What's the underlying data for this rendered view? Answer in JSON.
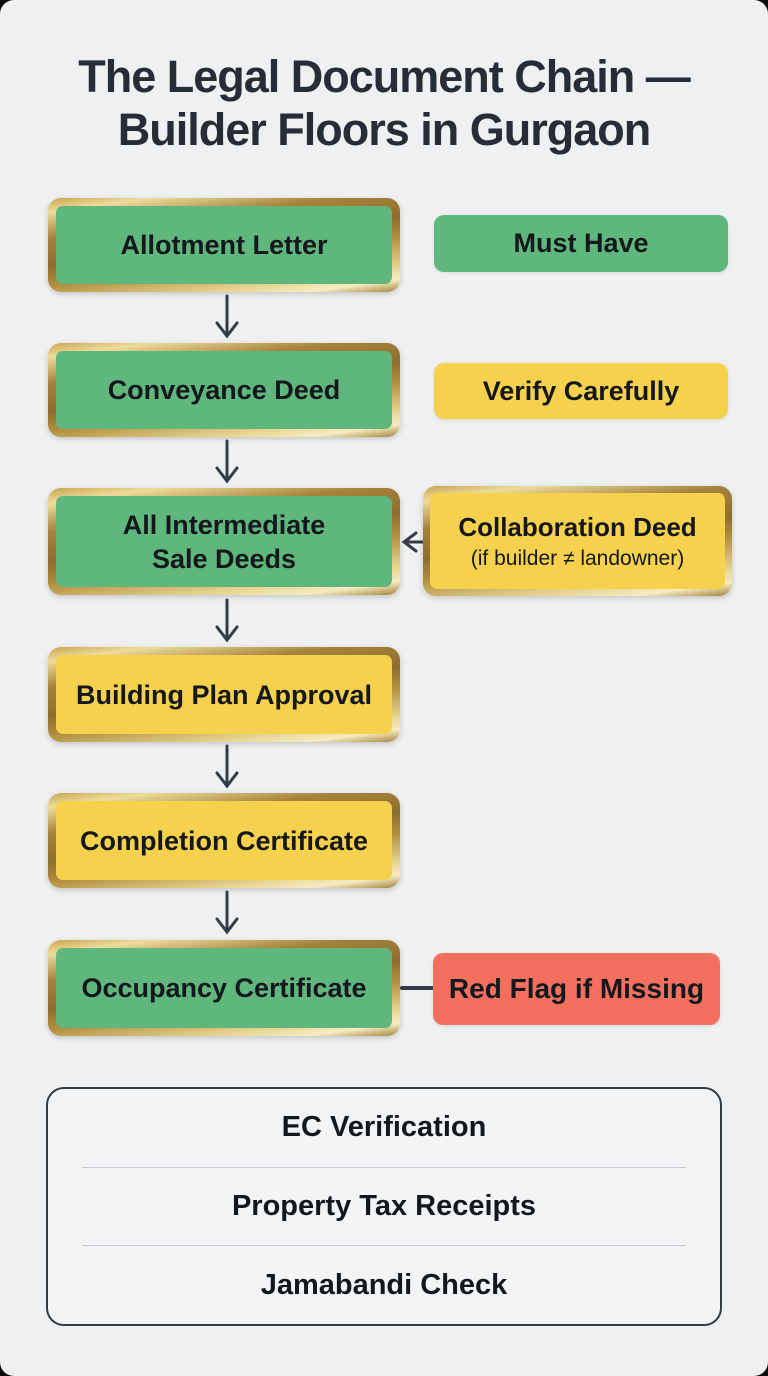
{
  "title": {
    "line1": "The Legal Document Chain —",
    "line2": "Builder Floors in Gurgaon"
  },
  "flow": {
    "boxes": [
      {
        "label": "Allotment Letter",
        "status": "green"
      },
      {
        "label": "Conveyance Deed",
        "status": "green"
      },
      {
        "label": "All Intermediate\nSale Deeds",
        "status": "green"
      },
      {
        "label": "Building Plan Approval",
        "status": "yellow"
      },
      {
        "label": "Completion Certificate",
        "status": "yellow"
      },
      {
        "label": "Occupancy Certificate",
        "status": "green"
      }
    ]
  },
  "legend": {
    "must_have_label": "Must Have",
    "verify_carefully_label": "Verify Carefully",
    "red_flag_label": "Red Flag if Missing"
  },
  "side_note": {
    "title": "Collaboration Deed",
    "subtitle": "(if builder ≠ landowner)"
  },
  "checklist": {
    "items": [
      "EC Verification",
      "Property Tax Receipts",
      "Jamabandi Check"
    ]
  },
  "colors": {
    "background": "#eef0f1",
    "green": "#5fb77d",
    "yellow": "#f6d14d",
    "red": "#f3705f",
    "gold_dark": "#8e6e2d",
    "gold_light": "#f6ecc2",
    "text": "#14181c",
    "title_text": "#262d36",
    "arrow": "#343d47",
    "card_border": "#333a42",
    "divider": "#c7cbcf"
  }
}
